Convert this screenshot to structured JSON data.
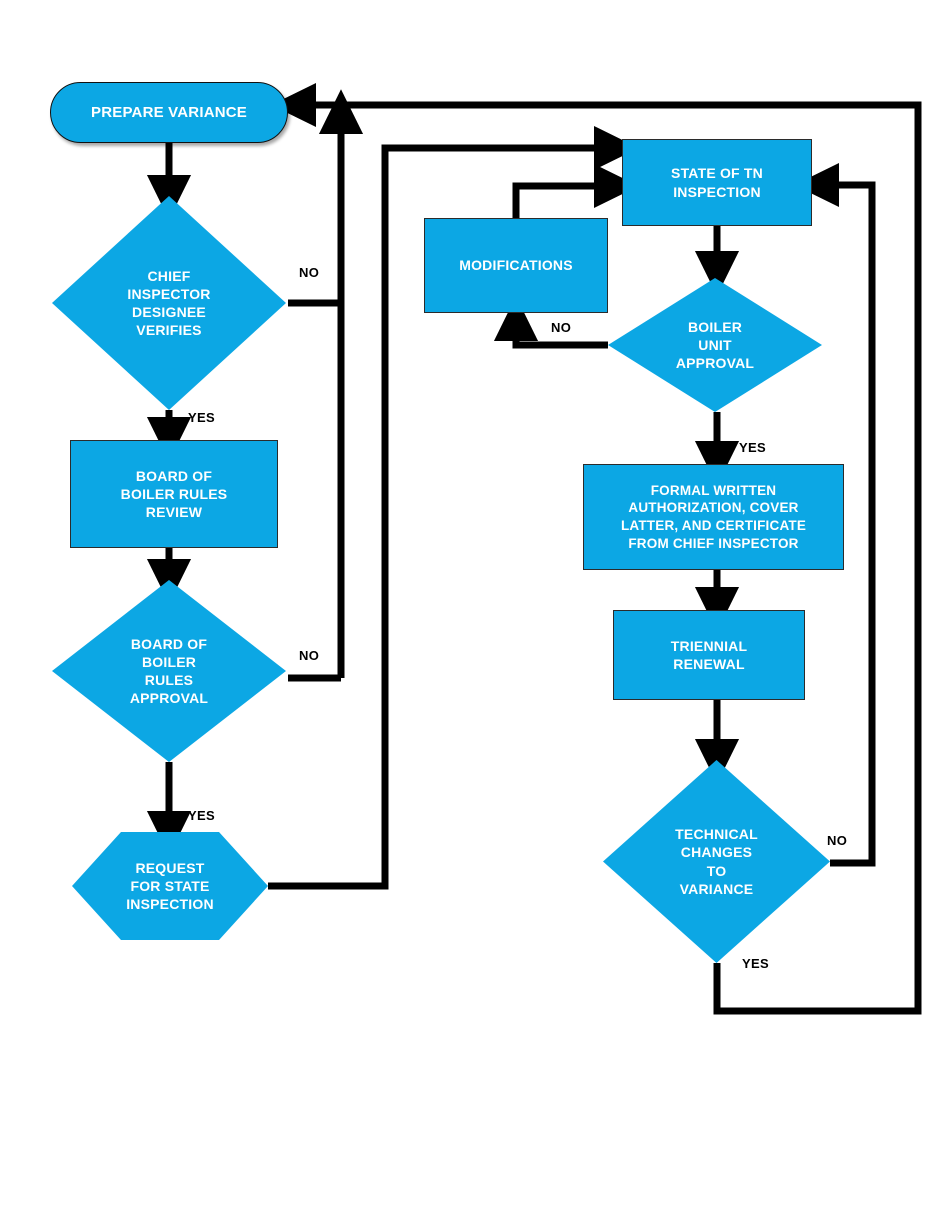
{
  "diagram": {
    "title": "Boiler Variance Approval Process Flowchart",
    "colors": {
      "node_fill": "#0CA7E4",
      "node_border": "#2b2b2b",
      "connector": "#000000",
      "node_text": "#ffffff",
      "label_text": "#000000",
      "background": "#ffffff"
    },
    "nodes": [
      {
        "id": "prepare_variance",
        "shape": "terminator",
        "label": "PREPARE VARIANCE"
      },
      {
        "id": "chief_verifies",
        "shape": "decision",
        "label": "CHIEF\nINSPECTOR\nDESIGNEE\nVERIFIES"
      },
      {
        "id": "board_review",
        "shape": "process",
        "label": "BOARD OF\nBOILER RULES\nREVIEW"
      },
      {
        "id": "board_approval",
        "shape": "decision",
        "label": "BOARD OF\nBOILER\nRULES\nAPPROVAL"
      },
      {
        "id": "request_state",
        "shape": "preparation",
        "label": "REQUEST\nFOR STATE\nINSPECTION"
      },
      {
        "id": "state_inspection",
        "shape": "process",
        "label": "STATE OF TN\nINSPECTION"
      },
      {
        "id": "modifications",
        "shape": "process",
        "label": "MODIFICATIONS"
      },
      {
        "id": "boiler_approval",
        "shape": "decision",
        "label": "BOILER\nUNIT\nAPPROVAL"
      },
      {
        "id": "formal_written",
        "shape": "process",
        "label": "FORMAL WRITTEN\nAUTHORIZATION, COVER\nLATTER, AND CERTIFICATE\nFROM CHIEF INSPECTOR"
      },
      {
        "id": "triennial",
        "shape": "process",
        "label": "TRIENNIAL\nRENEWAL"
      },
      {
        "id": "technical_changes",
        "shape": "decision",
        "label": "TECHNICAL\nCHANGES\nTO\nVARIANCE"
      }
    ],
    "edge_labels": [
      {
        "id": "chief_no",
        "text": "NO",
        "from": "chief_verifies",
        "to": "prepare_variance"
      },
      {
        "id": "chief_yes",
        "text": "YES",
        "from": "chief_verifies",
        "to": "board_review"
      },
      {
        "id": "board_no",
        "text": "NO",
        "from": "board_approval",
        "to": "prepare_variance"
      },
      {
        "id": "board_yes",
        "text": "YES",
        "from": "board_approval",
        "to": "request_state"
      },
      {
        "id": "boiler_no",
        "text": "NO",
        "from": "boiler_approval",
        "to": "modifications"
      },
      {
        "id": "boiler_yes",
        "text": "YES",
        "from": "boiler_approval",
        "to": "formal_written"
      },
      {
        "id": "technical_no",
        "text": "NO",
        "from": "technical_changes",
        "to": "state_inspection"
      },
      {
        "id": "technical_yes",
        "text": "YES",
        "from": "technical_changes",
        "to": "prepare_variance"
      }
    ]
  }
}
